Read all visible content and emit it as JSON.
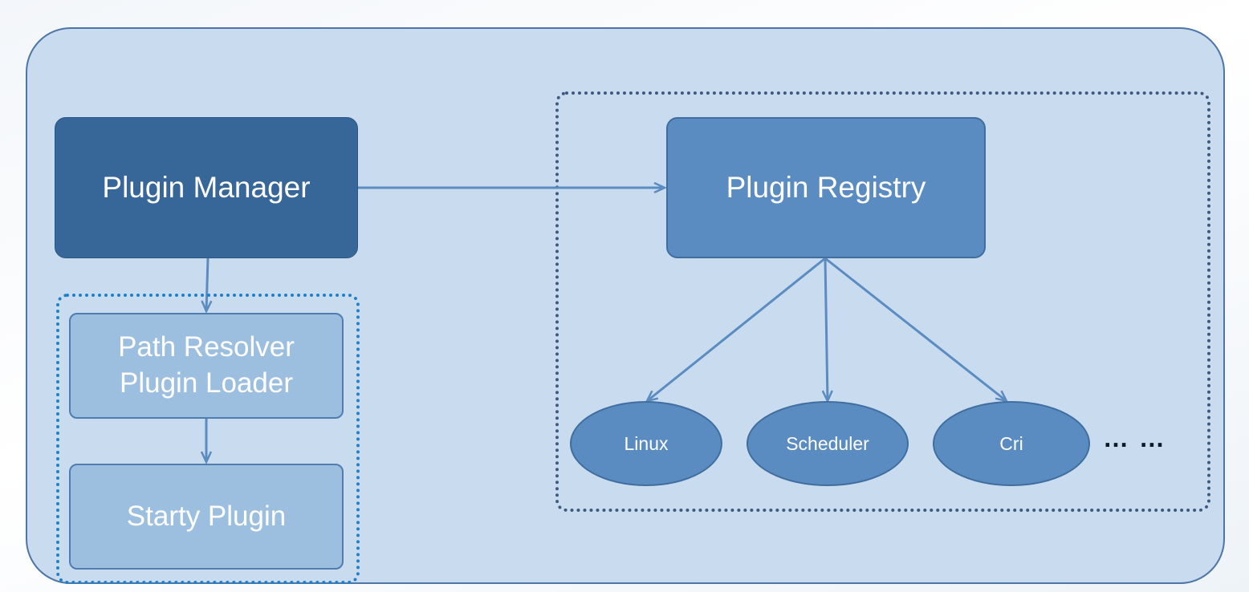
{
  "nodes": {
    "plugin_manager": "Plugin Manager",
    "plugin_registry": "Plugin Registry",
    "path_resolver_line1": "Path Resolver",
    "path_resolver_line2": "Plugin Loader",
    "starty_plugin": "Starty Plugin",
    "linux": "Linux",
    "scheduler": "Scheduler",
    "cri": "Cri",
    "more": "… …"
  },
  "colors": {
    "container_fill": "#c9dbee",
    "container_border": "#4d76a6",
    "manager_fill": "#376699",
    "registry_fill": "#5b8cc1",
    "loader_fill": "#9cbfe0",
    "connector": "#5b8cc1",
    "left_group_border": "#1f7fc7",
    "right_group_border": "#3b5a7e"
  }
}
